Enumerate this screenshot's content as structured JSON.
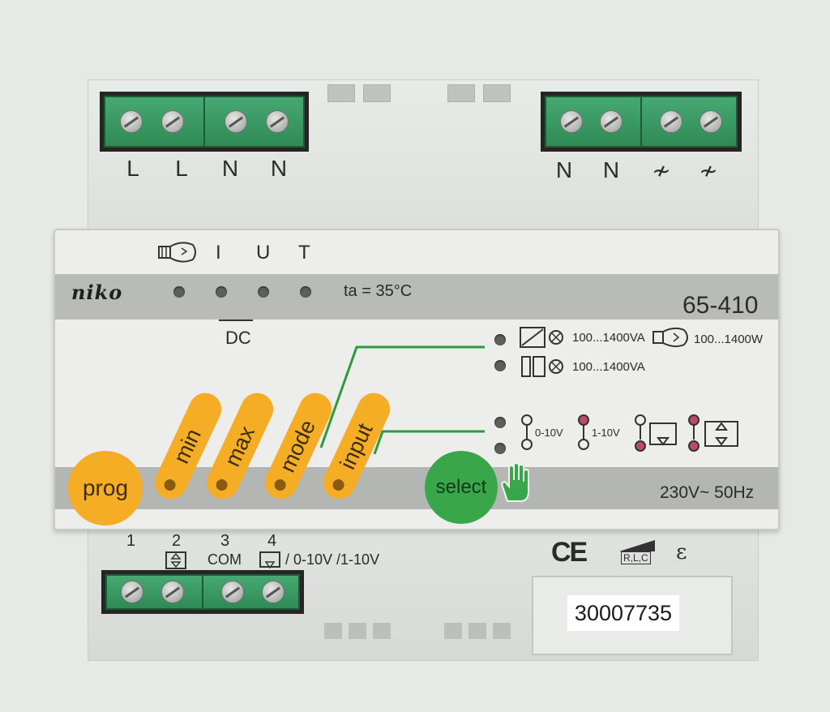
{
  "top_left_terminals": [
    "L",
    "L",
    "N",
    "N"
  ],
  "top_right_terminals": [
    "N",
    "N",
    "≁",
    "≁"
  ],
  "indicator_labels": [
    "I",
    "U",
    "T"
  ],
  "brand": "niko",
  "ambient": "ta = 35°C",
  "model": "65-410",
  "dc_label": "DC",
  "load_ratings": {
    "rlc": "100...1400VA",
    "lamp": "100...1400W",
    "electronic": "100...1400VA"
  },
  "control_outputs": {
    "v010": "0-10V",
    "v110": "1-10V"
  },
  "buttons": {
    "min": "min",
    "max": "max",
    "mode": "mode",
    "input": "input",
    "prog": "prog",
    "select": "select"
  },
  "supply": "230V~ 50Hz",
  "bottom_terminal_numbers": [
    "1",
    "2",
    "3",
    "4"
  ],
  "bottom_terminal_desc": {
    "com": "COM",
    "dim": "/ 0-10V /1-10V"
  },
  "marks": {
    "ce": "CE",
    "rlc": "R,L,C",
    "epsilon": "ε"
  },
  "serial_number": "30007735",
  "colors": {
    "terminal_green": "#3a9d63",
    "button_orange": "#f5ad26",
    "select_green": "#3aa64a",
    "housing": "#ededeb",
    "band_gray": "#b8bbb8",
    "trace_green": "#2e9a3e"
  }
}
